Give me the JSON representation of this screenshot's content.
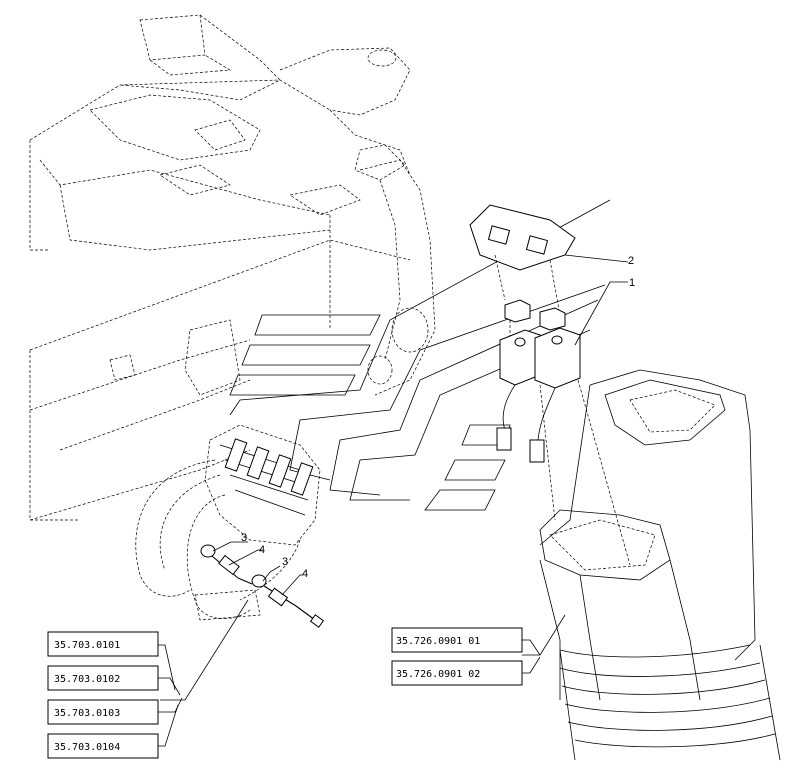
{
  "callouts": {
    "c1": "1",
    "c2": "2",
    "c3a": "3",
    "c3b": "3",
    "c4a": "4",
    "c4b": "4"
  },
  "ref_boxes_left": [
    "35.703.0101",
    "35.703.0102",
    "35.703.0103",
    "35.703.0104"
  ],
  "ref_boxes_right": [
    "35.726.0901 01",
    "35.726.0901 02"
  ]
}
